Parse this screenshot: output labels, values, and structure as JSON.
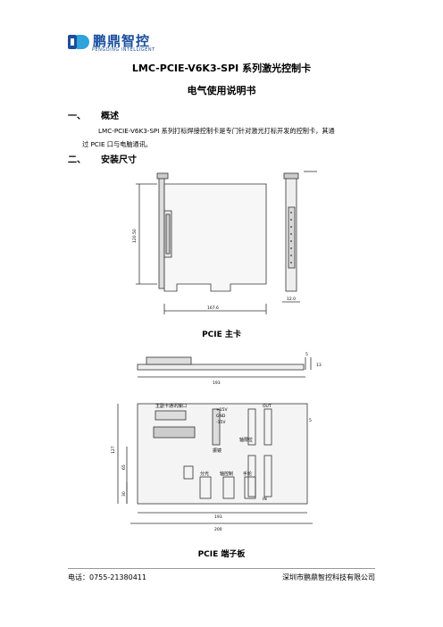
{
  "header": {
    "logo_cn": "鹏鼎智控",
    "logo_en": "PENGDING INTELLIGENT",
    "logo_color": "#1a4f9c"
  },
  "document": {
    "title": "LMC-PCIE-V6K3-SPI 系列激光控制卡",
    "subtitle": "电气使用说明书"
  },
  "sections": [
    {
      "num": "一、",
      "heading": "概述"
    },
    {
      "num": "二、",
      "heading": "安装尺寸"
    }
  ],
  "overview": {
    "line1": "LMC-PCIE-V6K3-SPI 系列打标焊接控制卡是专门针对激光打标开发的控制卡，其通",
    "line2": "过 PCIE 口与电脑通讯。"
  },
  "figure1": {
    "caption": "PCIE 主卡",
    "dim_height": "120.50",
    "dim_width": "167.6",
    "dim_side": "12.0"
  },
  "figure2": {
    "caption": "PCIE 端子板",
    "dim_top_5": "5",
    "dim_top_13": "13",
    "dim_top_193": "193",
    "dim_127": "127",
    "dim_65": "65",
    "dim_30": "30",
    "dim_5r": "5",
    "dim_193b": "193",
    "dim_200": "200",
    "label_comm": "主副卡通讯接口",
    "label_p15": "+15V",
    "label_gnd": "GND",
    "label_m15": "-15V",
    "label_out": "OUT",
    "label_in": "IN",
    "label_axispos": "轴限位",
    "label_galvo": "振镜",
    "label_split": "分光",
    "label_axisctrl": "轴控制",
    "label_wheel": "手轮"
  },
  "footer": {
    "phone": "电话：0755-21380411",
    "company": "深圳市鹏鼎智控科技有限公司"
  }
}
